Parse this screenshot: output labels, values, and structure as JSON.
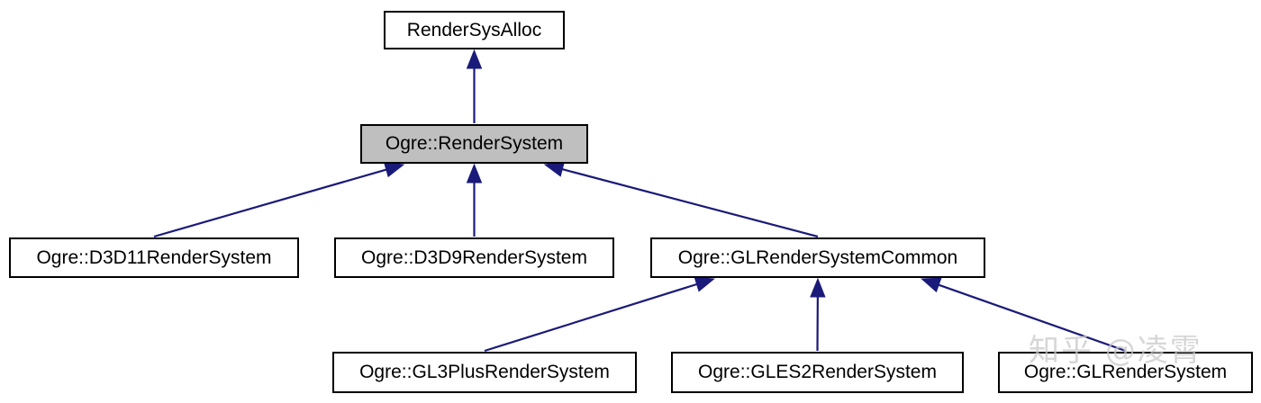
{
  "diagram": {
    "nodes": {
      "render_sys_alloc": "RenderSysAlloc",
      "render_system": "Ogre::RenderSystem",
      "d3d11": "Ogre::D3D11RenderSystem",
      "d3d9": "Ogre::D3D9RenderSystem",
      "gl_common": "Ogre::GLRenderSystemCommon",
      "gl3plus": "Ogre::GL3PlusRenderSystem",
      "gles2": "Ogre::GLES2RenderSystem",
      "gl": "Ogre::GLRenderSystem"
    },
    "edges": [
      {
        "from": "render_system",
        "to": "render_sys_alloc"
      },
      {
        "from": "d3d11",
        "to": "render_system"
      },
      {
        "from": "d3d9",
        "to": "render_system"
      },
      {
        "from": "gl_common",
        "to": "render_system"
      },
      {
        "from": "gl3plus",
        "to": "gl_common"
      },
      {
        "from": "gles2",
        "to": "gl_common"
      },
      {
        "from": "gl",
        "to": "gl_common"
      }
    ],
    "highlighted": "render_system",
    "edge_color": "#1a1a7a",
    "highlight_fill": "#bfbfbf"
  },
  "watermark": "知乎 @凌霄"
}
